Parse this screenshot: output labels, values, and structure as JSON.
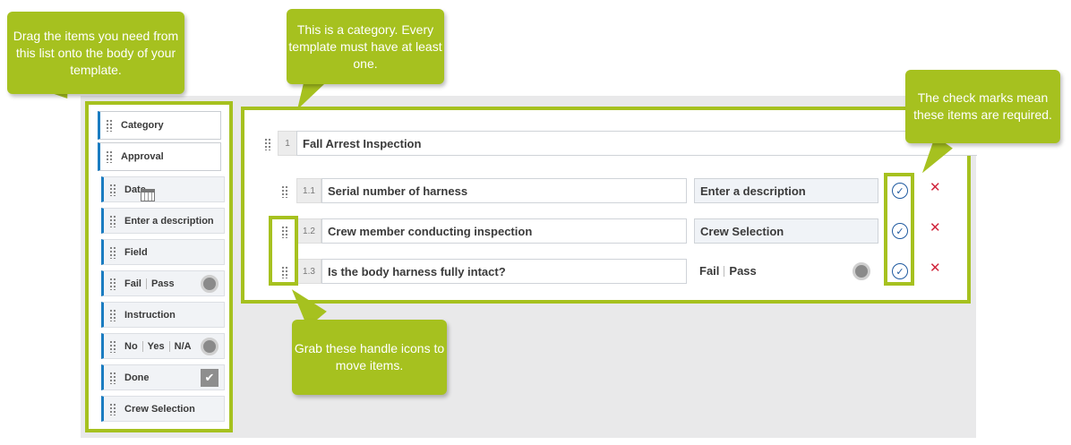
{
  "palette": {
    "items": [
      {
        "label": "Category"
      },
      {
        "label": "Approval"
      },
      {
        "label": "Date",
        "icon": "calendar-icon"
      },
      {
        "label": "Enter a description"
      },
      {
        "label": "Field"
      },
      {
        "label_a": "Fail",
        "label_b": "Pass",
        "icon": "radio-circle-icon"
      },
      {
        "label": "Instruction"
      },
      {
        "label_a": "No",
        "label_b": "Yes",
        "label_c": "N/A",
        "icon": "radio-circle-icon"
      },
      {
        "label": "Done",
        "icon": "checkbox-icon"
      },
      {
        "label": "Crew Selection"
      }
    ]
  },
  "template": {
    "category": {
      "number": "1",
      "title": "Fall Arrest Inspection"
    },
    "items": [
      {
        "number": "1.1",
        "title": "Serial number of harness",
        "type": "Enter a description"
      },
      {
        "number": "1.2",
        "title": "Crew member conducting inspection",
        "type": "Crew Selection"
      },
      {
        "number": "1.3",
        "title": "Is the body harness fully intact?",
        "type_a": "Fail",
        "type_b": "Pass"
      }
    ],
    "required_icon": "✓",
    "delete_icon": "✕"
  },
  "callouts": {
    "palette": "Drag the items you need from this list onto the body of your template.",
    "category": "This is a category. Every template must have at least one.",
    "required": "The check marks mean these items are required.",
    "handles": "Grab these handle icons to move items."
  },
  "colors": {
    "highlight": "#a6c11f",
    "accent": "#1a7cc1",
    "delete": "#d0253c"
  }
}
